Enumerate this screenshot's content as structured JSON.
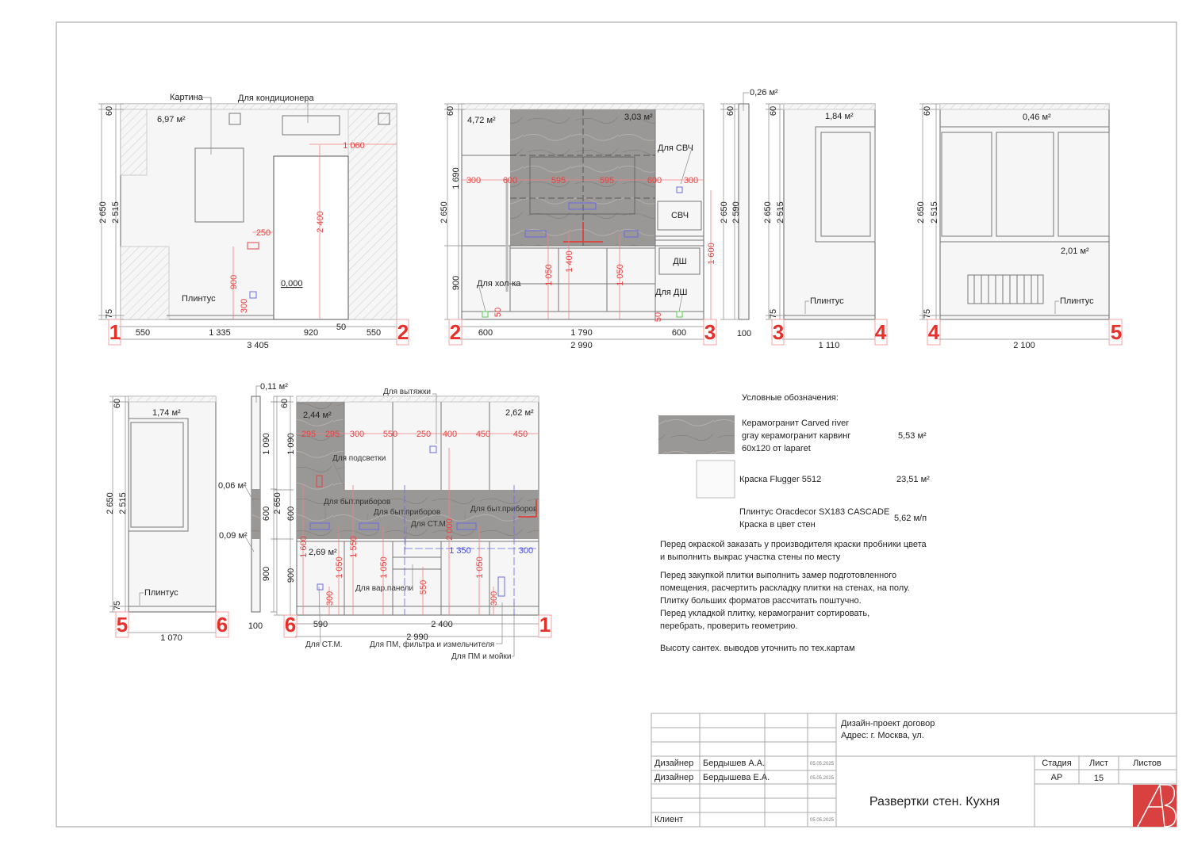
{
  "e1": {
    "area": "6,97 м²",
    "picture": "Картина",
    "ac": "Для кондиционера",
    "plinth": "Плинтус",
    "level": "0,000",
    "d": [
      "60",
      "2 650",
      "2 515",
      "75",
      "550",
      "1 335",
      "920",
      "50",
      "550",
      "3 405"
    ],
    "r": [
      "1 060",
      "2 400",
      "250",
      "900",
      "300"
    ],
    "m": [
      "1",
      "2"
    ]
  },
  "e2": {
    "area_left": "4,72 м²",
    "area_tile": "3,03 м²",
    "svch_label": "Для СВЧ",
    "svch": "СВЧ",
    "dw": "ДШ",
    "fridge": "Для хол-ка",
    "dw_label": "Для ДШ",
    "d": [
      "60",
      "1 690",
      "2 650",
      "900",
      "600",
      "1 790",
      "600",
      "2 990"
    ],
    "r": [
      "300",
      "600",
      "595",
      "595",
      "600",
      "300",
      "1 050",
      "1 400",
      "1 050",
      "1 600",
      "50",
      "50"
    ],
    "m": [
      "2",
      "3"
    ]
  },
  "s23": {
    "area": "0,26 м²",
    "d": [
      "60",
      "2 650",
      "2 590",
      "100"
    ]
  },
  "e3": {
    "area": "1,84 м²",
    "plinth": "Плинтус",
    "d": [
      "60",
      "2 650",
      "2 515",
      "75",
      "1 110"
    ],
    "m": [
      "3",
      "4"
    ]
  },
  "e4": {
    "area_top": "0,46 м²",
    "area": "2,01 м²",
    "plinth": "Плинтус",
    "d": [
      "60",
      "2 650",
      "2 515",
      "75",
      "2 100"
    ],
    "m": [
      "4",
      "5"
    ]
  },
  "e5": {
    "area": "1,74 м²",
    "plinth": "Плинтус",
    "d": [
      "60",
      "2 650",
      "2 515",
      "75",
      "1 070"
    ],
    "m": [
      "5",
      "6"
    ]
  },
  "s56": {
    "area_top": "0,11 м²",
    "area_mid": "0,06 м²",
    "area_low": "0,09 м²",
    "d": [
      "1 090",
      "600",
      "900",
      "100"
    ]
  },
  "e6": {
    "area_tile": "2,44 м²",
    "area_right": "2,62 м²",
    "area_low": "2,69 м²",
    "labels": [
      "Для вытяжки",
      "Для подсветки",
      "Для быт.приборов",
      "Для быт.приборов",
      "Для быт.приборов",
      "Для СТ.М",
      "Для вар.панели",
      "Для СТ.М.",
      "Для ПМ, фильтра и измельчителя",
      "Для ПМ и мойки"
    ],
    "d": [
      "60",
      "1 090",
      "2 650",
      "600",
      "900",
      "590",
      "2 400",
      "2 990"
    ],
    "r": [
      "295",
      "295",
      "300",
      "550",
      "250",
      "400",
      "450",
      "450",
      "1 600",
      "1 050",
      "1 550",
      "1 050",
      "2 000",
      "550",
      "1 050",
      "300",
      "300"
    ],
    "b": [
      "1 350",
      "300"
    ],
    "m": [
      "6",
      "1"
    ]
  },
  "legend": {
    "title": "Условные обозначения:",
    "items": [
      {
        "lines": [
          "Керамогранит Carved river",
          "gray керамогранит карвинг",
          "60x120 от laparet"
        ],
        "qty": "5,53 м²"
      },
      {
        "lines": [
          "Краска Flugger 5512"
        ],
        "qty": "23,51 м²"
      },
      {
        "lines": [
          "Плинтус Oracdecor SX183 CASCADE",
          "Краска в цвет стен"
        ],
        "qty": "5,62 м/п"
      }
    ],
    "notes": [
      "Перед окраской заказать у производителя краски пробники цвета",
      "и выполнить выкрас участка стены по месту",
      "Перед закупкой плитки выполнить замер подготовленного",
      "помещения, расчертить раскладку плитки на стенах, на полу.",
      "Плитку больших форматов рассчитать поштучно.",
      "Перед укладкой плитку, керамогранит сортировать,",
      "перебрать, проверить геометрию.",
      "Высоту сантех. выводов уточнить по тех.картам"
    ]
  },
  "stamp": {
    "project": "Дизайн-проект договор",
    "address": "Адрес: г. Москва, ул.",
    "rows": [
      {
        "role": "Дизайнер",
        "name": "Бердышев А.А.",
        "date": "05.05.2025"
      },
      {
        "role": "Дизайнер",
        "name": "Бердышева Е.А.",
        "date": "05.05.2025"
      },
      {
        "role": "Клиент",
        "name": "",
        "date": "05.05.2025"
      }
    ],
    "stage_h": "Стадия",
    "sheet_h": "Лист",
    "sheets_h": "Листов",
    "stage": "АР",
    "sheet": "15",
    "title": "Развертки стен. Кухня",
    "logo": "AB",
    "colors": {
      "accent": "#d94040",
      "dim": "#e8413f",
      "dim_blue": "#4b4bd8"
    }
  }
}
